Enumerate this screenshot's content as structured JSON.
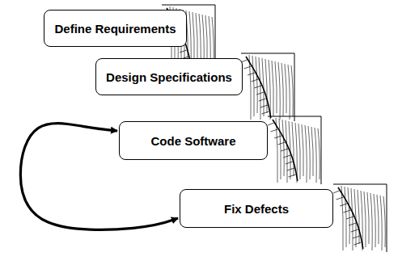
{
  "diagram": {
    "nodes": [
      {
        "text": [
          "Define Requirements"
        ]
      },
      {
        "text": [
          "Design Specifications"
        ]
      },
      {
        "text": [
          "Code Software"
        ]
      },
      {
        "text": [
          "Fix Defects"
        ]
      }
    ],
    "edges": [
      {
        "from": 3,
        "to": 2,
        "arrow": "both"
      }
    ]
  }
}
